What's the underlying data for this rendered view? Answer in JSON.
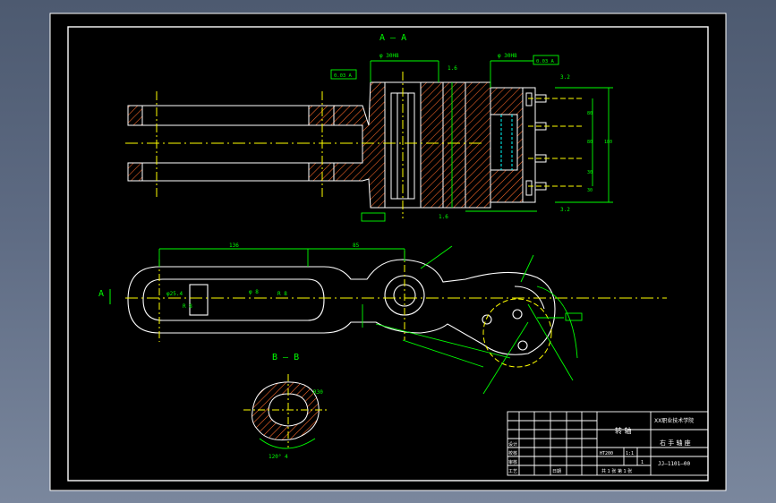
{
  "drawing": {
    "section_aa_title": "A — A",
    "section_bb_title": "B — B",
    "section_a_marker": "A",
    "dimensions": {
      "d_top_left": "φ 30H8",
      "d_top_right": "φ 30H8",
      "tol_left_box": "0.03 A",
      "tol_left_box2": "0.03 A",
      "roughness_1": "1.6",
      "roughness_2": "3.2",
      "roughness_3": "1.6",
      "roughness_4": "3.2",
      "len_136": "136",
      "len_85": "85",
      "dia_left": "φ25.4",
      "r_left": "R 8",
      "dia_mid": "φ 8",
      "r_mid": "R 8",
      "dim_vert_1": "80",
      "dim_vert_2": "80",
      "dim_vert_3": "30",
      "dim_vert_4": "30",
      "dim_vert_total": "180",
      "sec_bb_angle": "120° 4",
      "sec_bb_r": "R30"
    }
  },
  "title_block": {
    "part_name": "转 轴",
    "company": "XX职业技术学院",
    "drawing_title": "右 手 轴 座",
    "drawing_number": "JJ—1101—00",
    "material": "HT200",
    "scale": "1:1",
    "quantity": "1",
    "sheet_info": "共 1 张 第 1 张",
    "row_label_design": "设计",
    "row_label_check": "校核",
    "row_label_approve": "审核",
    "row_label_process": "工艺",
    "row_label_date": "日期"
  },
  "colors": {
    "background": "#000000",
    "frame": "#ffffff",
    "outline": "#ffffff",
    "dimension": "#00ff00",
    "centerline": "#ffff00",
    "hatch": "#ff6a2a",
    "hidden": "#00ffff"
  }
}
